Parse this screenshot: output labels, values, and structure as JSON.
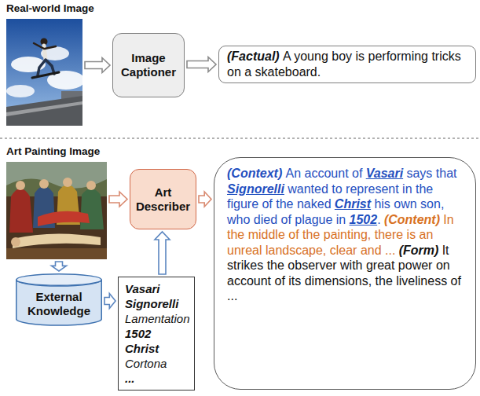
{
  "diagram": {
    "nodes": [
      {
        "text": [
          "Real-world Image"
        ]
      },
      {
        "text": [
          "Image Captioner"
        ]
      },
      {
        "text": [
          "(Factual)",
          "A young boy is performing tricks on a skateboard."
        ]
      },
      {
        "text": [
          "Art Painting Image"
        ]
      },
      {
        "text": [
          "Art Describer"
        ]
      },
      {
        "text": [
          "(Context)",
          "An account of",
          "Vasari",
          "says that",
          "Signorelli",
          "wanted to represent in the figure of the naked",
          "Christ",
          "his own son, who died of plague in",
          "1502",
          ".",
          "(Content)",
          "In the middle of the painting, there is an unreal landscape, clear and ...",
          "(Form)",
          "It strikes the observer with great power on account of its dimensions, the liveliness of ..."
        ]
      },
      {
        "text": [
          "External Knowledge"
        ]
      },
      {
        "text": [
          "Vasari",
          "Signorelli",
          "Lamentation",
          "1502",
          "Christ",
          "Cortona",
          "..."
        ]
      }
    ],
    "edges": [
      {
        "from": 0,
        "to": 1,
        "arrow": "to"
      },
      {
        "from": 1,
        "to": 2,
        "arrow": "to"
      },
      {
        "from": 3,
        "to": 4,
        "arrow": "to"
      },
      {
        "from": 4,
        "to": 5,
        "arrow": "to"
      },
      {
        "from": 3,
        "to": 6,
        "arrow": "to"
      },
      {
        "from": 6,
        "to": 7,
        "arrow": "to"
      },
      {
        "from": 7,
        "to": 4,
        "arrow": "to"
      }
    ]
  }
}
